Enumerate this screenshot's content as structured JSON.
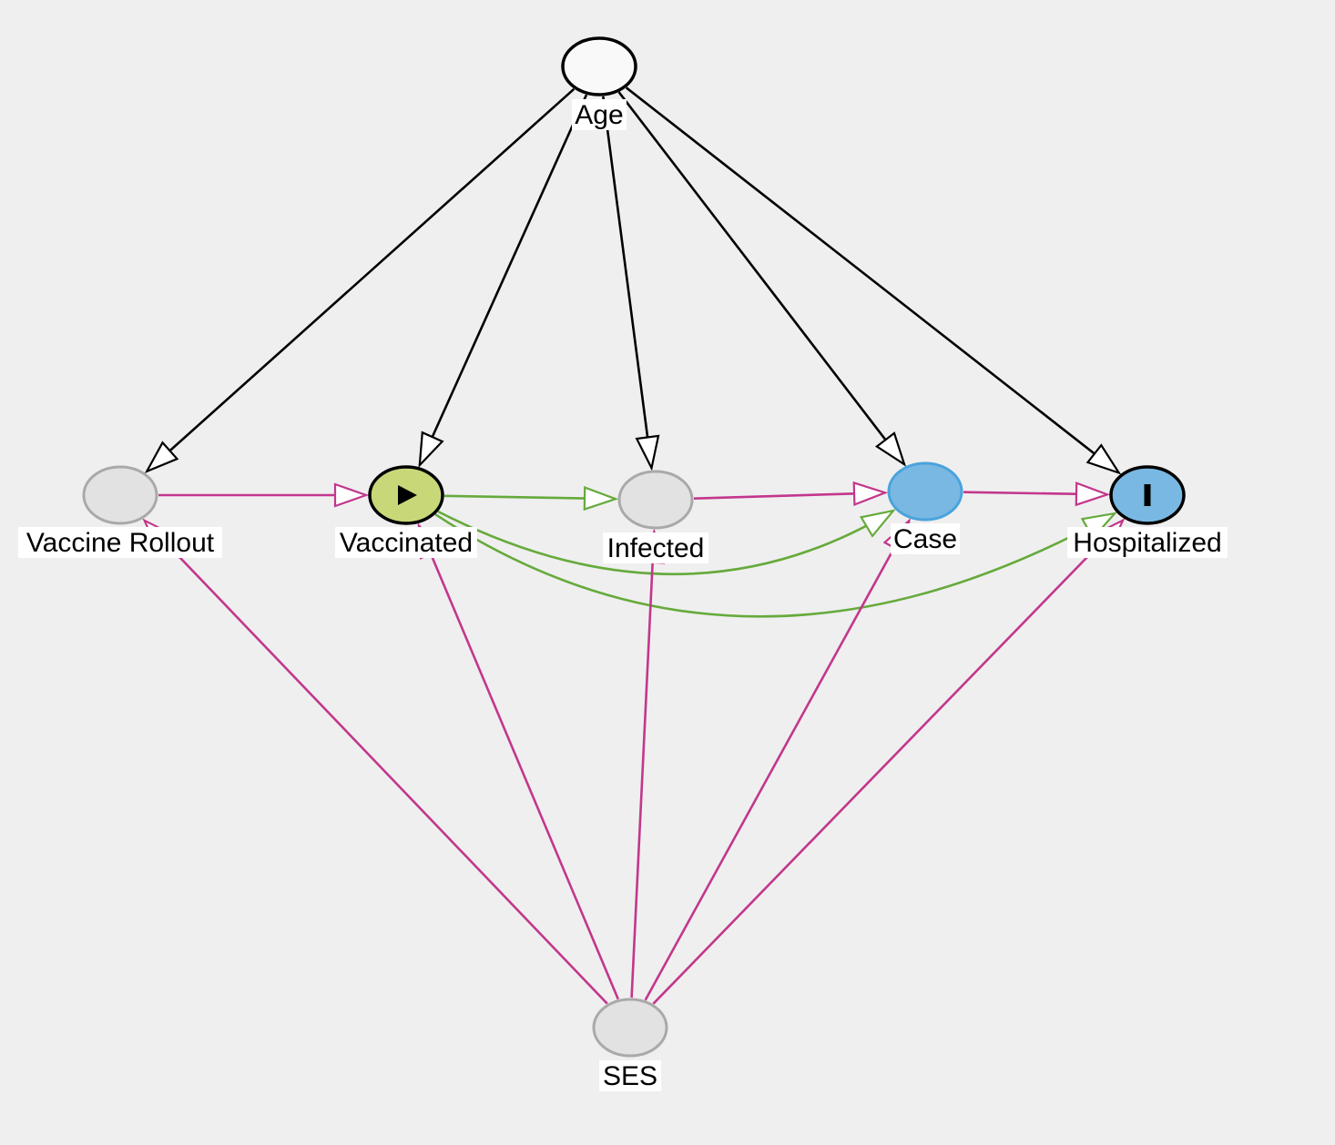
{
  "diagram": {
    "nodes": [
      {
        "id": "age",
        "label": "Age",
        "role": "adjusted",
        "fill": "#f9f9f9",
        "stroke": "#000000",
        "icon": null
      },
      {
        "id": "rollout",
        "label": "Vaccine Rollout",
        "role": "other",
        "fill": "#e2e2e2",
        "stroke": "#a9a9a9",
        "icon": null
      },
      {
        "id": "vaccinated",
        "label": "Vaccinated",
        "role": "exposure",
        "fill": "#c8d878",
        "stroke": "#000000",
        "icon": "play-icon"
      },
      {
        "id": "infected",
        "label": "Infected",
        "role": "other",
        "fill": "#e2e2e2",
        "stroke": "#a9a9a9",
        "icon": null
      },
      {
        "id": "case",
        "label": "Case",
        "role": "ancestor-of-outcome",
        "fill": "#79b8e2",
        "stroke": "#4aa3dc",
        "icon": null
      },
      {
        "id": "hospitalized",
        "label": "Hospitalized",
        "role": "outcome",
        "fill": "#79b8e2",
        "stroke": "#000000",
        "icon": "outcome-bar-icon"
      },
      {
        "id": "ses",
        "label": "SES",
        "role": "other",
        "fill": "#e2e2e2",
        "stroke": "#a9a9a9",
        "icon": null
      }
    ],
    "edges": [
      {
        "from": "age",
        "to": "rollout",
        "kind": "neutral"
      },
      {
        "from": "age",
        "to": "vaccinated",
        "kind": "neutral"
      },
      {
        "from": "age",
        "to": "infected",
        "kind": "neutral"
      },
      {
        "from": "age",
        "to": "case",
        "kind": "neutral"
      },
      {
        "from": "age",
        "to": "hospitalized",
        "kind": "neutral"
      },
      {
        "from": "rollout",
        "to": "vaccinated",
        "kind": "biasing"
      },
      {
        "from": "vaccinated",
        "to": "infected",
        "kind": "causal"
      },
      {
        "from": "vaccinated",
        "to": "case",
        "kind": "causal"
      },
      {
        "from": "vaccinated",
        "to": "hospitalized",
        "kind": "causal"
      },
      {
        "from": "infected",
        "to": "case",
        "kind": "biasing"
      },
      {
        "from": "case",
        "to": "hospitalized",
        "kind": "biasing"
      },
      {
        "from": "ses",
        "to": "rollout",
        "kind": "biasing"
      },
      {
        "from": "ses",
        "to": "vaccinated",
        "kind": "biasing"
      },
      {
        "from": "ses",
        "to": "infected",
        "kind": "biasing"
      },
      {
        "from": "ses",
        "to": "case",
        "kind": "biasing"
      },
      {
        "from": "ses",
        "to": "hospitalized",
        "kind": "biasing"
      }
    ],
    "colors": {
      "neutral": "#000000",
      "causal": "#66aa3c",
      "biasing": "#c2378c"
    }
  }
}
